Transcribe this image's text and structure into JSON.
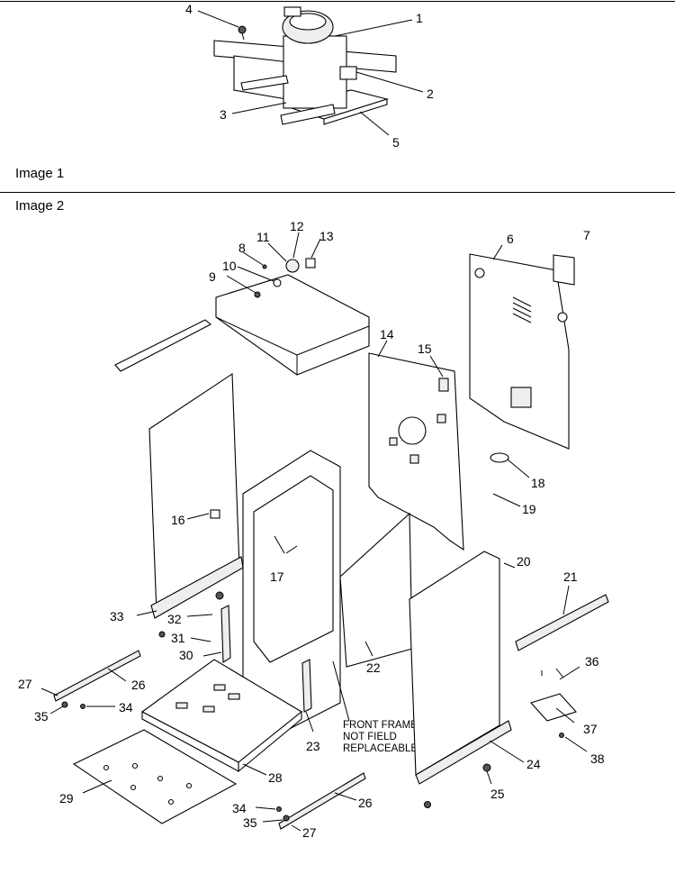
{
  "captions": {
    "image1": "Image 1",
    "image2": "Image 2"
  },
  "note": {
    "line1": "FRONT FRAME",
    "line2": "NOT FIELD",
    "line3": "REPLACEABLE"
  },
  "callouts": {
    "c1": "1",
    "c2": "2",
    "c3": "3",
    "c4": "4",
    "c5": "5",
    "c6": "6",
    "c7": "7",
    "c8": "8",
    "c9": "9",
    "c10": "10",
    "c11": "11",
    "c12": "12",
    "c13": "13",
    "c14": "14",
    "c15": "15",
    "c16": "16",
    "c17": "17",
    "c18": "18",
    "c19": "19",
    "c20": "20",
    "c21": "21",
    "c22": "22",
    "c23": "23",
    "c24": "24",
    "c25": "25",
    "c26a": "26",
    "c26b": "26",
    "c27a": "27",
    "c27b": "27",
    "c28": "28",
    "c29": "29",
    "c30": "30",
    "c31": "31",
    "c32": "32",
    "c33": "33",
    "c34a": "34",
    "c34b": "34",
    "c35a": "35",
    "c35b": "35",
    "c36": "36",
    "c37": "37",
    "c38": "38"
  }
}
